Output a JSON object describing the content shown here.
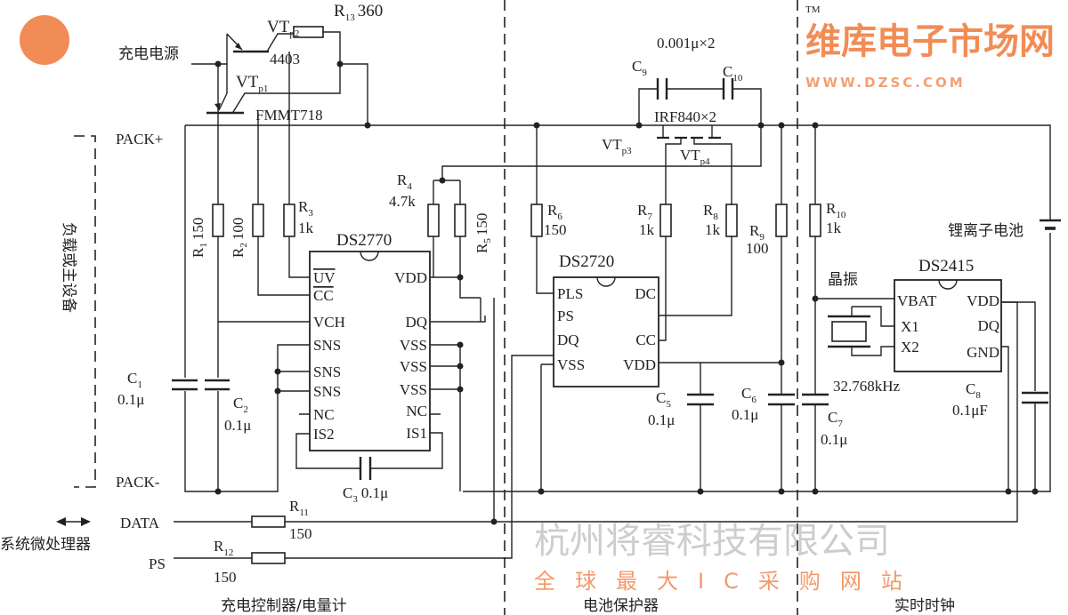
{
  "section_labels": {
    "charger": "充电控制器/电量计",
    "protector": "电池保护器",
    "rtc": "实时时钟",
    "host": "负载或主设备",
    "mcu": "系统微处理器",
    "battery": "锂离子电池",
    "charge_source": "充电电源",
    "crystal": "晶振"
  },
  "nets": {
    "pack_plus": "PACK+",
    "pack_minus": "PACK-",
    "data": "DATA",
    "ps": "PS"
  },
  "transistors": {
    "vtp1": {
      "name": "VT",
      "sub": "p1",
      "part": "FMMT718"
    },
    "vtp2": {
      "name": "VT",
      "sub": "p2",
      "part": "4403"
    },
    "vtp3": {
      "name": "VT",
      "sub": "p3"
    },
    "vtp4": {
      "name": "VT",
      "sub": "p4"
    },
    "mosfet_part": "IRF840×2"
  },
  "resistors": [
    {
      "name": "R",
      "sub": "1",
      "value": "150"
    },
    {
      "name": "R",
      "sub": "2",
      "value": "100"
    },
    {
      "name": "R",
      "sub": "3",
      "value": "1k"
    },
    {
      "name": "R",
      "sub": "4",
      "value": "4.7k"
    },
    {
      "name": "R",
      "sub": "5",
      "value": "150"
    },
    {
      "name": "R",
      "sub": "6",
      "value": "150"
    },
    {
      "name": "R",
      "sub": "7",
      "value": "1k"
    },
    {
      "name": "R",
      "sub": "8",
      "value": "1k"
    },
    {
      "name": "R",
      "sub": "9",
      "value": "100"
    },
    {
      "name": "R",
      "sub": "10",
      "value": "1k"
    },
    {
      "name": "R",
      "sub": "11",
      "value": "150"
    },
    {
      "name": "R",
      "sub": "12",
      "value": "150"
    },
    {
      "name": "R",
      "sub": "13",
      "value": "360"
    }
  ],
  "capacitors": [
    {
      "name": "C",
      "sub": "1",
      "value": "0.1μ"
    },
    {
      "name": "C",
      "sub": "2",
      "value": "0.1μ"
    },
    {
      "name": "C",
      "sub": "3",
      "value": "0.1μ"
    },
    {
      "name": "C",
      "sub": "5",
      "value": "0.1μ"
    },
    {
      "name": "C",
      "sub": "6",
      "value": "0.1μ"
    },
    {
      "name": "C",
      "sub": "7",
      "value": "0.1μ"
    },
    {
      "name": "C",
      "sub": "8",
      "value": "0.1μF"
    },
    {
      "name": "C",
      "sub": "9"
    },
    {
      "name": "C",
      "sub": "10"
    }
  ],
  "c9_c10_value": "0.001μ×2",
  "crystal_freq": "32.768kHz",
  "ics": {
    "ds2770": {
      "name": "DS2770",
      "left": [
        "UV",
        "CC",
        "VCH",
        "SNS",
        "SNS",
        "SNS",
        "NC",
        "IS2"
      ],
      "right": [
        "VDD",
        "DQ",
        "VSS",
        "VSS",
        "VSS",
        "NC",
        "IS1"
      ]
    },
    "ds2720": {
      "name": "DS2720",
      "left": [
        "PLS",
        "PS",
        "DQ",
        "VSS"
      ],
      "right": [
        "DC",
        "CC",
        "VDD"
      ]
    },
    "ds2415": {
      "name": "DS2415",
      "left": [
        "VBAT",
        "X1",
        "X2"
      ],
      "right": [
        "VDD",
        "DQ",
        "GND"
      ]
    }
  },
  "watermark": {
    "company": "杭州将睿科技有限公司",
    "brand": "维库电子市场网",
    "url": "WWW.DZSC.COM",
    "slogan": "全球最大IC采购网站",
    "tm": "TM"
  }
}
